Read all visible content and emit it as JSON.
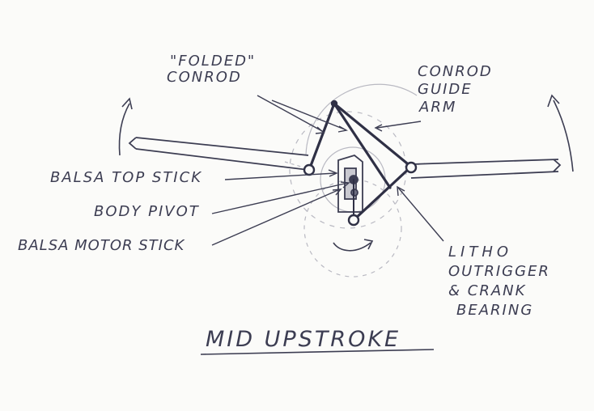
{
  "labels": {
    "folded_conrod": [
      "\"FOLDED\"",
      "CONROD"
    ],
    "conrod_guide_arm": [
      "CONROD",
      "GUIDE",
      "ARM"
    ],
    "balsa_top_stick": "BALSA TOP STICK",
    "body_pivot": "BODY PIVOT",
    "balsa_motor_stick": "BALSA MOTOR STICK",
    "litho_outrigger": [
      "LITHO",
      "OUTRIGGER",
      "& CRANK",
      "BEARING"
    ]
  },
  "title": "MID UPSTROKE",
  "colors": {
    "ink": "#3c3d52",
    "pencil": "#b8b8c0",
    "paper": "#fbfbf9"
  }
}
